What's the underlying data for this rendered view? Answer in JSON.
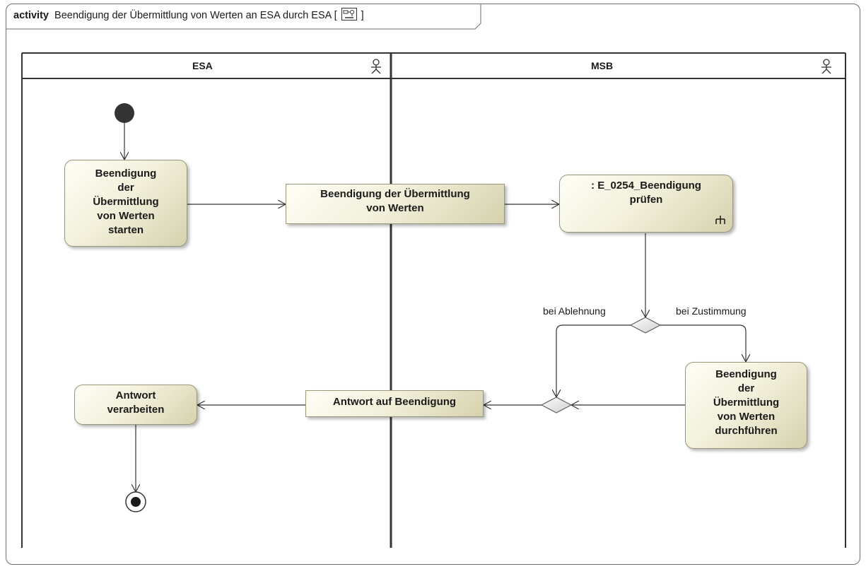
{
  "diagram": {
    "kind": "activity",
    "name": "Beendigung der Übermittlung von Werten an ESA durch ESA",
    "bracket_open": "[",
    "bracket_close": "]"
  },
  "lanes": [
    {
      "label": "ESA",
      "icon": "actor-icon"
    },
    {
      "label": "MSB",
      "icon": "actor-icon"
    }
  ],
  "actions": {
    "start_process": [
      "Beendigung",
      "der",
      "Übermittlung",
      "von Werten",
      "starten"
    ],
    "check_call": [
      ": E_0254_Beendigung",
      "prüfen"
    ],
    "execute": [
      "Beendigung",
      "der",
      "Übermittlung",
      "von Werten",
      "durchführen"
    ],
    "process_answer": [
      "Antwort",
      "verarbeiten"
    ]
  },
  "objects": {
    "termination_request": [
      "Beendigung der Übermittlung",
      "von Werten"
    ],
    "answer": [
      "Antwort auf Beendigung"
    ]
  },
  "guards": {
    "reject": "bei Ablehnung",
    "accept": "bei Zustimmung"
  },
  "colors": {
    "node_fill_light": "#fefef6",
    "node_fill_dark": "#d6d2ae",
    "node_border": "#9a967a",
    "line": "#333333"
  }
}
